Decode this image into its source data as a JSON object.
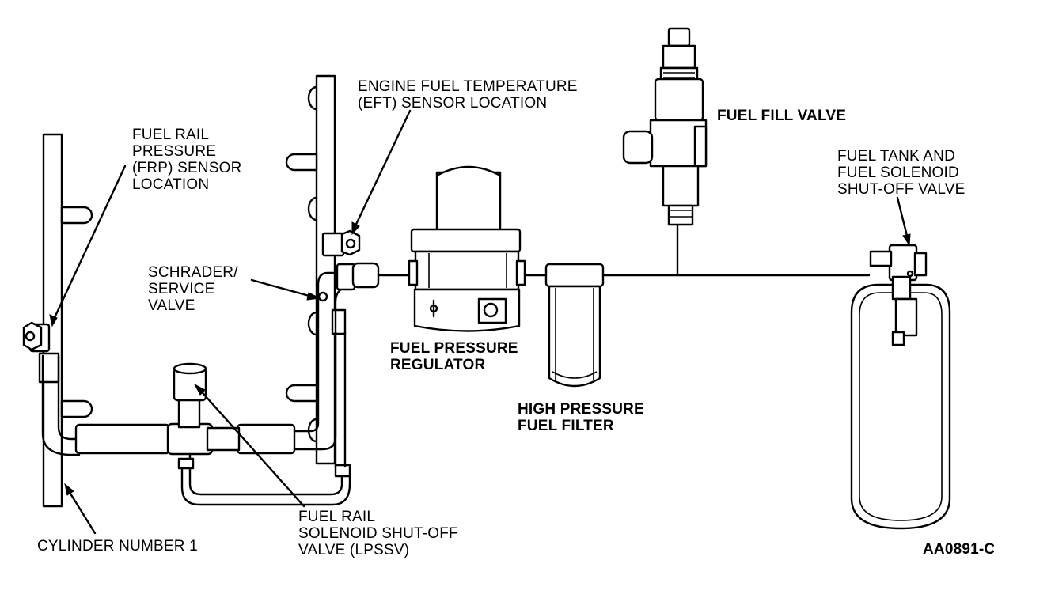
{
  "labels": {
    "frp_sensor": [
      "FUEL RAIL",
      "PRESSURE",
      "(FRP) SENSOR",
      "LOCATION"
    ],
    "eft_sensor": [
      "ENGINE FUEL TEMPERATURE",
      "(EFT) SENSOR LOCATION"
    ],
    "fuel_fill_valve": [
      "FUEL FILL VALVE"
    ],
    "fuel_tank": [
      "FUEL TANK AND",
      "FUEL SOLENOID",
      "SHUT-OFF VALVE"
    ],
    "schrader_valve": [
      "SCHRADER/",
      "SERVICE",
      "VALVE"
    ],
    "fuel_pressure_regulator": [
      "FUEL PRESSURE",
      "REGULATOR"
    ],
    "high_pressure_filter": [
      "HIGH PRESSURE",
      "FUEL FILTER"
    ],
    "cylinder_number": [
      "CYLINDER NUMBER 1"
    ],
    "lpssv": [
      "FUEL RAIL",
      "SOLENOID SHUT-OFF",
      "VALVE (LPSSV)"
    ],
    "figure_id": [
      "AA0891-C"
    ]
  }
}
